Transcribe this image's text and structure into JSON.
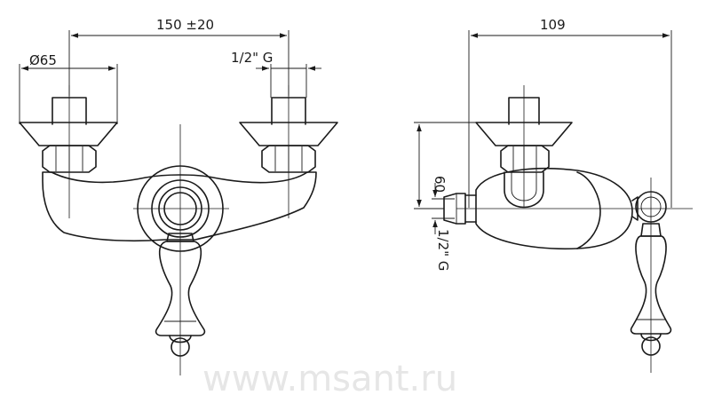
{
  "dimensions": {
    "front_width": "150 ±20",
    "flange_diameter": "Ø65",
    "front_thread": "1/2\" G",
    "side_depth": "109",
    "side_height": "60",
    "side_thread": "1/2\" G"
  },
  "watermark": "www.msant.ru"
}
